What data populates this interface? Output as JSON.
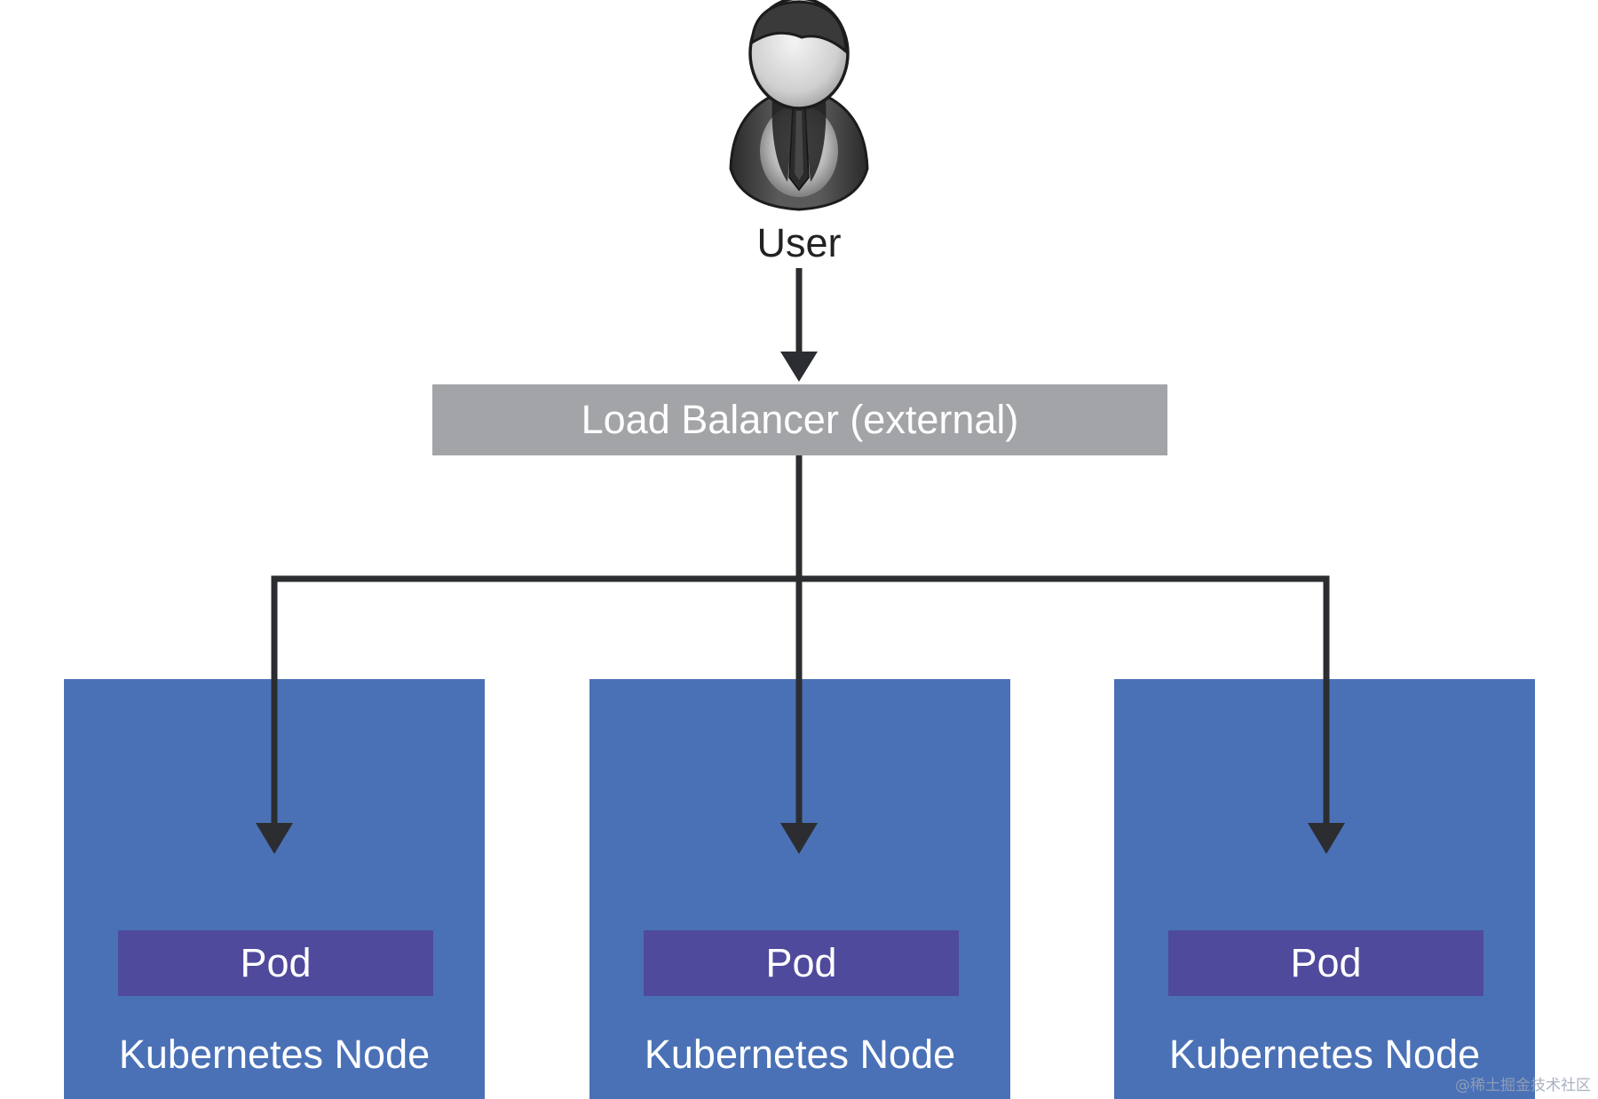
{
  "user": {
    "label": "User",
    "icon": "user-person-icon"
  },
  "load_balancer": {
    "label": "Load Balancer (external)"
  },
  "nodes": [
    {
      "label": "Kubernetes Node",
      "pod_label": "Pod"
    },
    {
      "label": "Kubernetes Node",
      "pod_label": "Pod"
    },
    {
      "label": "Kubernetes Node",
      "pod_label": "Pod"
    }
  ],
  "watermark": "@稀土掘金技术社区",
  "colors": {
    "load_balancer": "#a3a4a7",
    "node": "#4a71b6",
    "pod": "#4f4a9c",
    "connector": "#2b2d30",
    "background": "#ffffff"
  }
}
